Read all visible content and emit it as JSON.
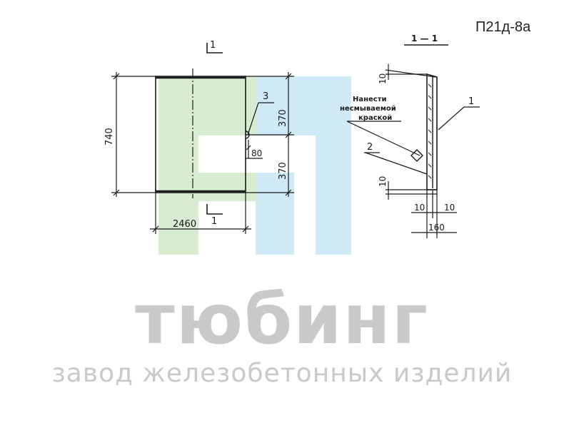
{
  "title": "П21д-8а",
  "watermark": {
    "brand": "тюбинг",
    "tagline": "завод железобетонных изделий",
    "colors": {
      "green": "#d8ecd1",
      "blue": "#cfe9f6",
      "gray": "#c9c9c9"
    }
  },
  "front_view": {
    "section_mark_top": "1",
    "section_mark_bottom": "1",
    "height_total": "740",
    "width_total": "2460",
    "upper_half": "370",
    "lower_half": "370",
    "offset": "80",
    "callout_3": "3"
  },
  "section_view": {
    "title": "1 — 1",
    "note_line1": "Нанести",
    "note_line2": "несмываемой",
    "note_line3": "краской",
    "callout_1": "1",
    "callout_2": "2",
    "dim_top": "10",
    "dim_bottom": "10",
    "dim_left": "10",
    "dim_right": "10",
    "dim_total": "160"
  }
}
